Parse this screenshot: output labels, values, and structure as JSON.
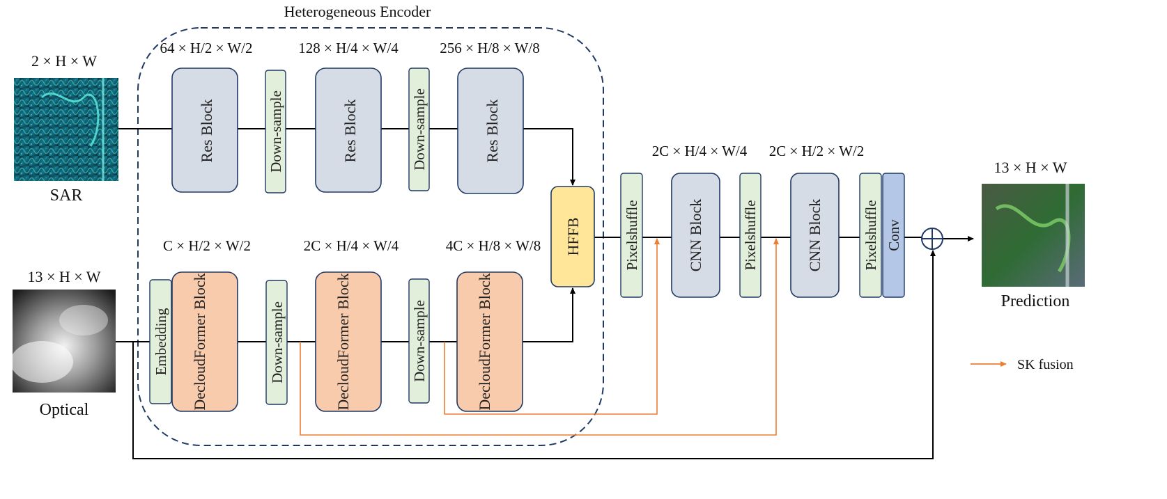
{
  "title": "Heterogeneous Encoder",
  "inputs": {
    "sar": {
      "label": "SAR",
      "dims": "2 × H × W"
    },
    "optical": {
      "label": "Optical",
      "dims": "13 × H × W"
    }
  },
  "output": {
    "label": "Prediction",
    "dims": "13 × H × W"
  },
  "sar_branch": {
    "dims": [
      "64 × H/2 × W/2",
      "128 × H/4 × W/4",
      "256 × H/8 × W/8"
    ],
    "blocks": [
      "Res Block",
      "Down-sample",
      "Res Block",
      "Down-sample",
      "Res Block"
    ]
  },
  "optical_branch": {
    "dims": [
      "C × H/2 × W/2",
      "2C × H/4 × W/4",
      "4C × H/8 × W/8"
    ],
    "blocks": [
      "Embedding",
      "DecloudFormer Block",
      "Down-sample",
      "DecloudFormer Block",
      "Down-sample",
      "DecloudFormer Block"
    ]
  },
  "fusion": {
    "label": "HFFB"
  },
  "decoder": {
    "dims": [
      "2C × H/4 × W/4",
      "2C × H/2 × W/2"
    ],
    "blocks": [
      "Pixelshuffle",
      "CNN Block",
      "Pixelshuffle",
      "CNN Block",
      "Pixelshuffle",
      "Conv"
    ]
  },
  "legend": {
    "sk_fusion": "SK fusion"
  },
  "colors": {
    "res_block": "#d6dce5",
    "downsample": "#e2efda",
    "decloud_block": "#f8cbad",
    "hffb": "#ffe699",
    "conv": "#b4c7e7",
    "sk_arrow": "#ed7d31",
    "border": "#1f3864"
  }
}
